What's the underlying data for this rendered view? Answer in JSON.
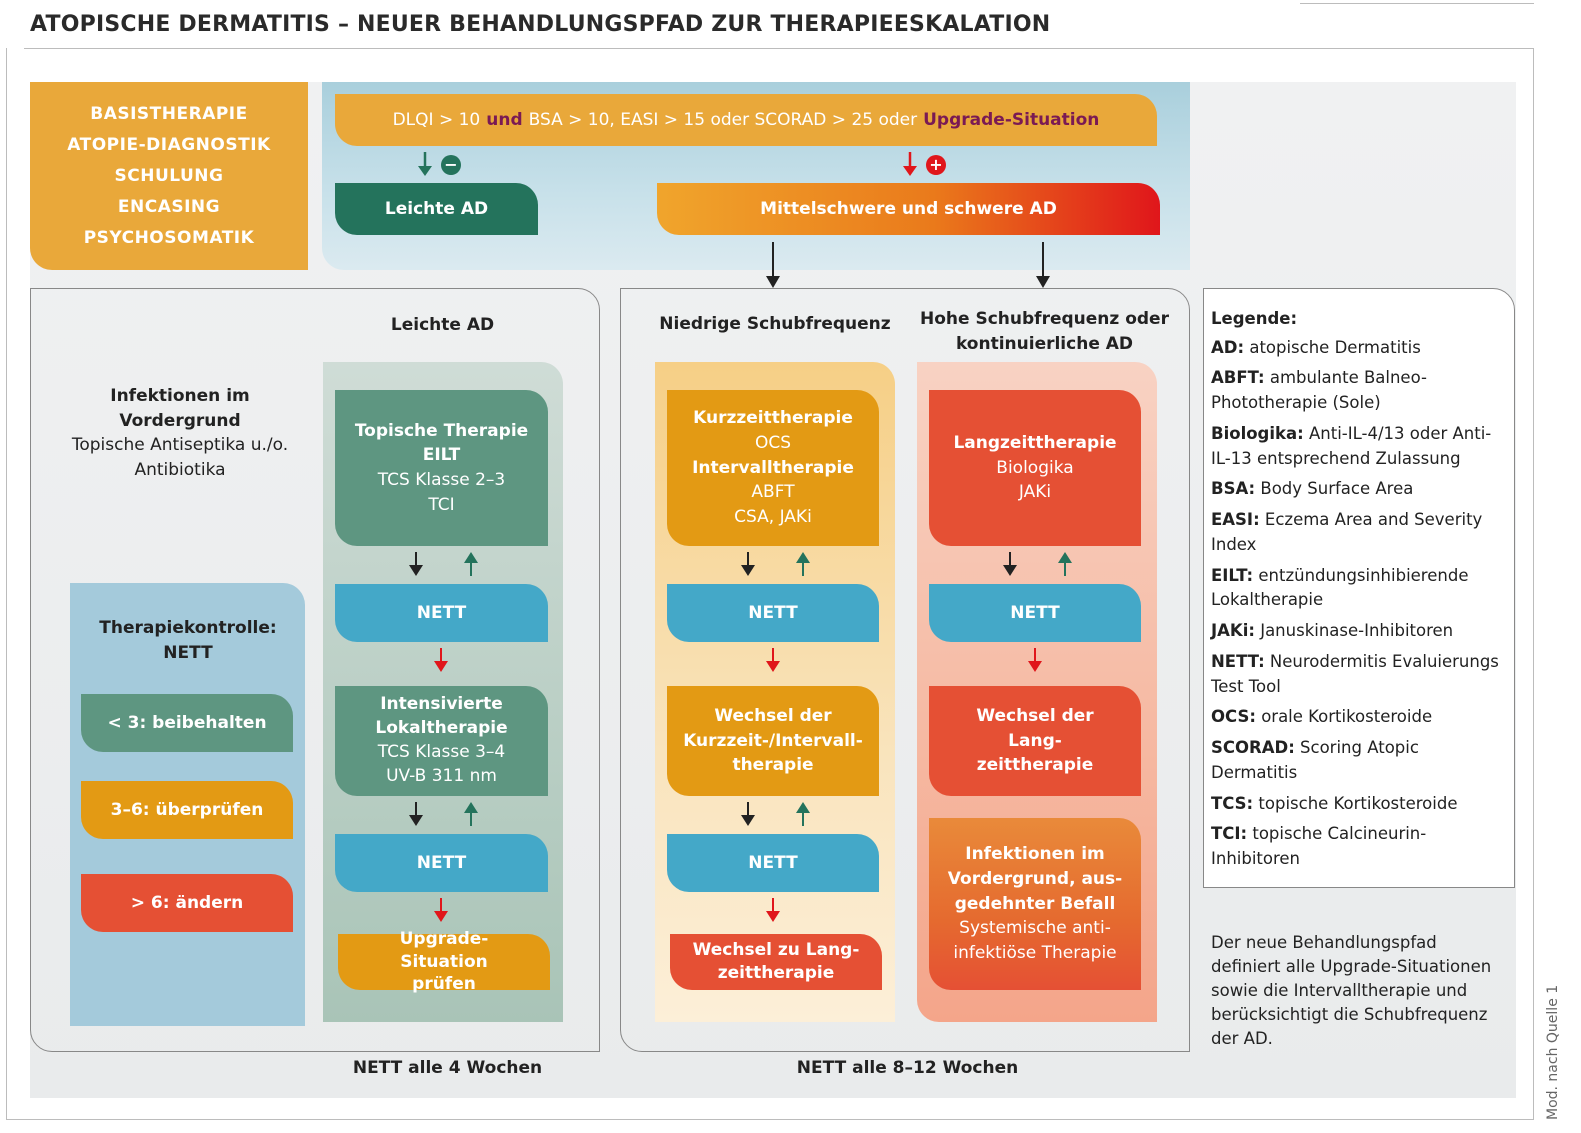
{
  "title": "ATOPISCHE DERMATITIS – NEUER BEHANDLUNGSPFAD ZUR THERAPIEESKALATION",
  "basis": [
    "BASISTHERAPIE",
    "ATOPIE-DIAGNOSTIK",
    "SCHULUNG",
    "ENCASING",
    "PSYCHOSOMATIK"
  ],
  "criteria": {
    "part1": "DLQI > 10",
    "und": "und",
    "part2": "BSA > 10, EASI > 15 oder SCORAD > 25 oder",
    "upgrade": "Upgrade-Situation"
  },
  "severity": {
    "leicht": "Leichte AD",
    "mittel": "Mittelschwere und schwere AD",
    "minus": "−",
    "plus": "+"
  },
  "left_panel": {
    "heading": "Leichte AD",
    "infection_bold": "Infektionen im Vordergrund",
    "infection_text": "Topische Antiseptika u./o. Antibiotika",
    "control_title": "Therapiekontrolle: NETT",
    "control": [
      "< 3: beibehalten",
      "3–6: überprüfen",
      "> 6: ändern"
    ],
    "topisch_title": "Topische Therapie",
    "topisch_sub": "EILT",
    "topisch_lines": [
      "TCS Klasse 2–3",
      "TCI"
    ],
    "nett": "NETT",
    "intens_title": "Intensivierte Lokaltherapie",
    "intens_lines": [
      "TCS Klasse 3–4",
      "UV-B 311 nm"
    ],
    "upgrade": "Upgrade-Situation prüfen",
    "footer": "NETT alle 4 Wochen"
  },
  "mid_panel": {
    "col1_heading": "Niedrige Schubfrequenz",
    "col2_heading": "Hohe Schubfrequenz oder kontinuierliche AD",
    "kurz_title": "Kurzzeittherapie",
    "kurz_line": "OCS",
    "interv_title": "Intervalltherapie",
    "interv_lines": [
      "ABFT",
      "CSA, JAKi"
    ],
    "wechsel_kurz": "Wechsel der Kurzzeit-/Intervall-therapie",
    "wechsel_lang": "Wechsel zu Lang-zeittherapie",
    "lang_title": "Langzeittherapie",
    "lang_lines": [
      "Biologika",
      "JAKi"
    ],
    "wechsel_der_lang": "Wechsel der Lang-zeittherapie",
    "inf_title": "Infektionen im Vordergrund, aus-gedehnter Befall",
    "inf_text": "Systemische anti-infektiöse Therapie",
    "footer": "NETT alle 8–12 Wochen"
  },
  "legend": {
    "title": "Legende:",
    "items": [
      {
        "term": "AD:",
        "def": "atopische Dermatitis"
      },
      {
        "term": "ABFT:",
        "def": "ambulante Balneo-Phototherapie (Sole)"
      },
      {
        "term": "Biologika:",
        "def": "Anti-IL-4/13 oder Anti-IL-13 entsprechend Zulassung"
      },
      {
        "term": "BSA:",
        "def": "Body Surface Area"
      },
      {
        "term": "EASI:",
        "def": "Eczema Area and Severity Index"
      },
      {
        "term": "EILT:",
        "def": "entzündungsinhibierende Lokaltherapie"
      },
      {
        "term": "JAKi:",
        "def": "Januskinase-Inhibitoren"
      },
      {
        "term": "NETT:",
        "def": "Neurodermitis Evaluierungs Test Tool"
      },
      {
        "term": "OCS:",
        "def": "orale Kortikosteroide"
      },
      {
        "term": "SCORAD:",
        "def": "Scoring Atopic Dermatitis"
      },
      {
        "term": "TCS:",
        "def": "topische Kortikosteroide"
      },
      {
        "term": "TCI:",
        "def": "topische Calcineurin-Inhibitoren"
      }
    ]
  },
  "note": "Der neue Behandlungspfad definiert alle Upgrade-Situationen sowie die Intervalltherapie und berücksichtigt die Schubfrequenz der AD.",
  "source": "Mod. nach Quelle 1",
  "colors": {
    "orange": "#e9a83a",
    "green": "#5e9681",
    "dark_green": "#24735c",
    "blue": "#44a8c8",
    "red": "#e55034",
    "purple": "#7a1a54"
  }
}
